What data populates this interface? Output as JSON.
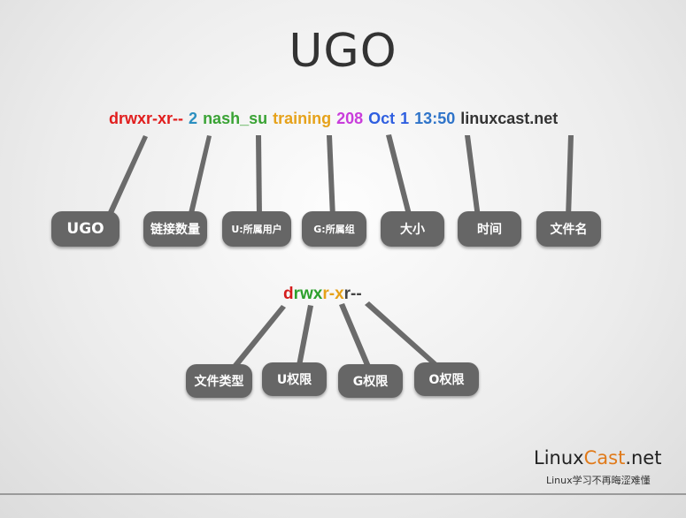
{
  "title": "UGO",
  "listing": {
    "type": "d",
    "u": "rwx",
    "g": "r-x",
    "o": "r--",
    "links": "2",
    "owner": "nash_su",
    "group": "training",
    "size": "208",
    "month": "Oct",
    "day": "1",
    "time": "13:50",
    "name": "linuxcast.net"
  },
  "labels_top": {
    "ugo": "UGO",
    "links": "链接数量",
    "owner": "U:所属用户",
    "group": "G:所属组",
    "size": "大小",
    "time": "时间",
    "name": "文件名"
  },
  "perm_string": {
    "type": "d",
    "u": "rwx",
    "g": "r-x",
    "o": "r--"
  },
  "labels_bottom": {
    "type": "文件类型",
    "u": "U权限",
    "g": "G权限",
    "o": "O权限"
  },
  "brand": {
    "name_a": "Linux",
    "name_b": "Cast",
    "name_c": ".net",
    "tagline": "Linux学习不再晦涩难懂"
  },
  "colors": {
    "perm": "#e11d1d",
    "links": "#2b8fc0",
    "owner": "#3aa335",
    "group": "#e6a21b",
    "size": "#c93ddb",
    "date": "#2f5fe0",
    "time": "#2f74c9",
    "name": "#333333",
    "type": "#d41c1c",
    "u_perm": "#2ca02c",
    "g_perm": "#e6a11a",
    "o_perm": "#444444",
    "brand_accent": "#e07a1a",
    "pill": "#666666"
  }
}
